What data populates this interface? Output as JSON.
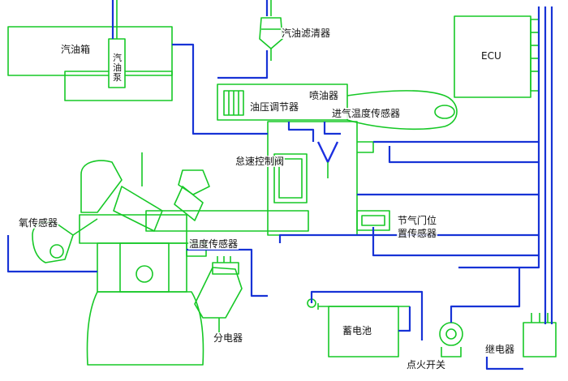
{
  "labels": {
    "fuel_tank": "汽油箱",
    "fuel_pump": "汽油泵",
    "fuel_filter": "汽油滤清器",
    "ecu": "ECU",
    "injector": "喷油器",
    "pressure_regulator": "油压调节器",
    "intake_temp_sensor": "进气温度传感器",
    "idle_control_valve": "怠速控制阀",
    "oxygen_sensor": "氧传感器",
    "throttle_position_sensor_line1": "节气门位",
    "throttle_position_sensor_line2": "置传感器",
    "temperature_sensor": "温度传感器",
    "distributor": "分电器",
    "battery": "蓄电池",
    "ignition_switch": "点火开关",
    "relay": "继电器"
  },
  "colors": {
    "component_line": "#16c826",
    "wire": "#1733d6",
    "injector_wire": "#1c2fe0",
    "background": "#ffffff",
    "text": "#111111"
  }
}
